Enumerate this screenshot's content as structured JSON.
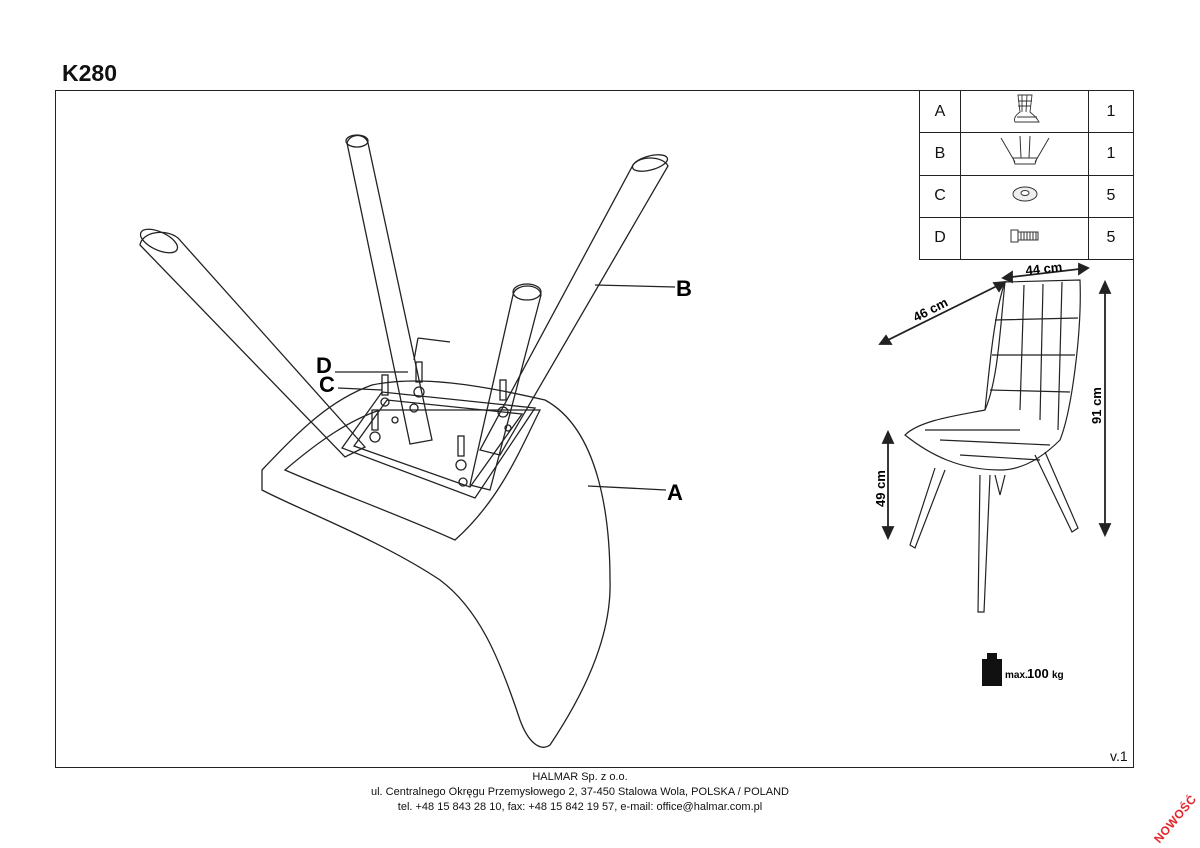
{
  "title": "K280",
  "parts": [
    {
      "letter": "A",
      "icon": "seat-icon",
      "qty": "1"
    },
    {
      "letter": "B",
      "icon": "leg-frame-icon",
      "qty": "1"
    },
    {
      "letter": "C",
      "icon": "washer-icon",
      "qty": "5"
    },
    {
      "letter": "D",
      "icon": "bolt-icon",
      "qty": "5"
    }
  ],
  "callouts": {
    "A": "A",
    "B": "B",
    "C": "C",
    "D": "D"
  },
  "dimensions": {
    "width": "44 cm",
    "depth": "46 cm",
    "height": "91 cm",
    "seat_height": "49 cm"
  },
  "max_load": {
    "prefix": "max.",
    "value": "100",
    "unit": "kg"
  },
  "version": "v.1",
  "footer": {
    "company": "HALMAR Sp. z o.o.",
    "address": "ul. Centralnego Okręgu Przemysłowego 2, 37-450 Stalowa Wola, POLSKA / POLAND",
    "contact": "tel. +48 15 843 28 10, fax: +48 15 842 19 57, e-mail: office@halmar.com.pl"
  },
  "badge": "NOWOŚĆ"
}
